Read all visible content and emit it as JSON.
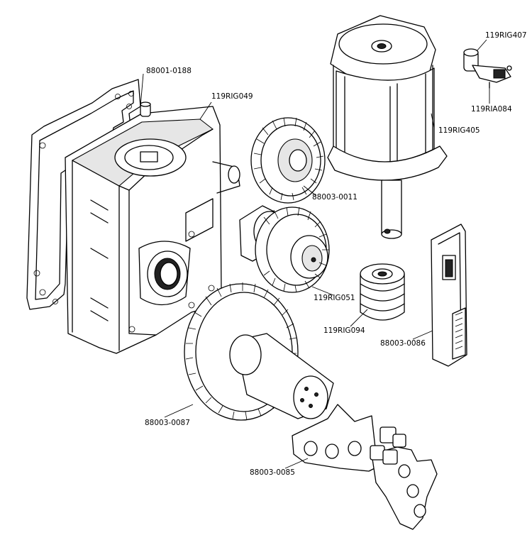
{
  "parts": [
    {
      "id": "p-gasket",
      "part_number": "88001-0188"
    },
    {
      "id": "p-housing",
      "part_number": "119RIG049"
    },
    {
      "id": "p-motor",
      "part_number": "119RIG405"
    },
    {
      "id": "p-limit-switch",
      "part_number": "119RIG407"
    },
    {
      "id": "p-switch-bracket",
      "part_number": "119RIA084"
    },
    {
      "id": "p-gear-small",
      "part_number": "88003-0011"
    },
    {
      "id": "p-double-gear",
      "part_number": "119RIG051"
    },
    {
      "id": "p-worm",
      "part_number": "119RIG094"
    },
    {
      "id": "p-plate",
      "part_number": "88003-0086"
    },
    {
      "id": "p-large-gear",
      "part_number": "88003-0087"
    },
    {
      "id": "p-arm",
      "part_number": "88003-0085"
    }
  ]
}
